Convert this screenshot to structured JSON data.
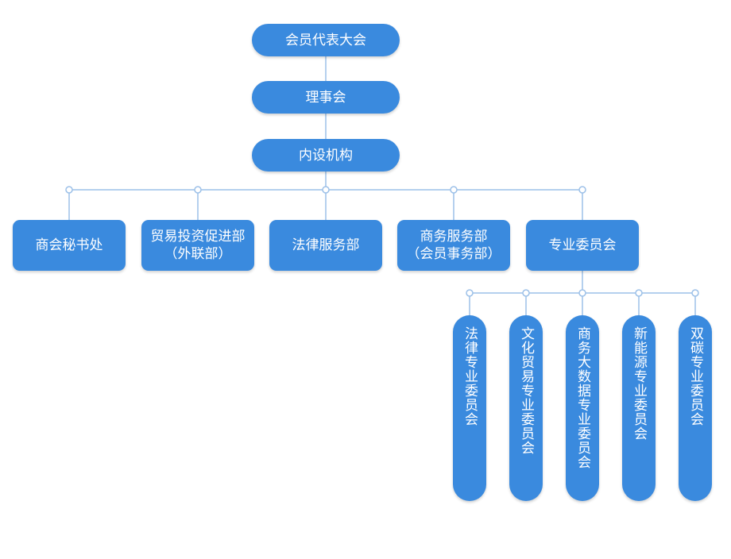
{
  "top": {
    "assembly": "会员代表大会",
    "council": "理事会",
    "internal": "内设机构"
  },
  "departments": [
    {
      "line1": "商会秘书处",
      "line2": ""
    },
    {
      "line1": "贸易投资促进部",
      "line2": "（外联部）"
    },
    {
      "line1": "法律服务部",
      "line2": ""
    },
    {
      "line1": "商务服务部",
      "line2": "（会员事务部）"
    },
    {
      "line1": "专业委员会",
      "line2": ""
    }
  ],
  "committees": [
    "法律专业委员会",
    "文化贸易专业委员会",
    "商务大数据专业委员会",
    "新能源专业委员会",
    "双碳专业委员会"
  ],
  "colors": {
    "node_fill": "#3a8ade",
    "connector": "#9cc0e8",
    "text": "#ffffff"
  }
}
